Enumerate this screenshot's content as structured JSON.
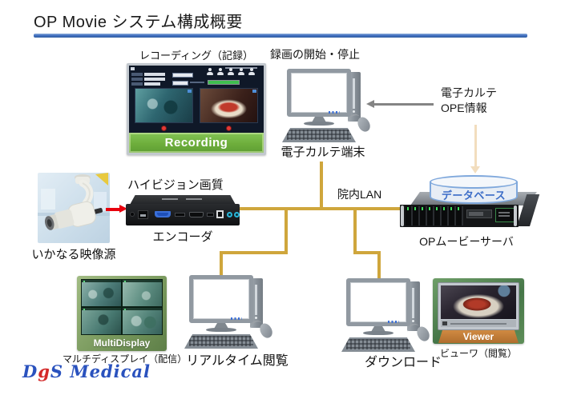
{
  "title": "OP Movie システム構成概要",
  "recording": {
    "label": "レコーディング（記録）",
    "banner": "Recording"
  },
  "ehr_terminal": {
    "action_label": "録画の開始・停止",
    "label": "電子カルテ端末"
  },
  "ehr_info": {
    "line1": "電子カルテ",
    "line2": "OPE情報"
  },
  "database": {
    "label": "データベース"
  },
  "server": {
    "label": "OPムービーサーバ"
  },
  "lan": {
    "label": "院内LAN"
  },
  "video_source": {
    "label": "いかなる映像源"
  },
  "encoder": {
    "quality_label": "ハイビジョン画質",
    "label": "エンコーダ"
  },
  "multidisplay": {
    "banner": "MultiDisplay",
    "label": "マルチディスプレイ（配信）"
  },
  "realtime_view": {
    "label": "リアルタイム閲覧"
  },
  "download": {
    "label": "ダウンロード"
  },
  "viewer": {
    "banner": "Viewer",
    "label": "ビューワ（閲覧）"
  },
  "logo": {
    "part1": "D",
    "part2": "g",
    "part3": "S Medical"
  },
  "colors": {
    "lan_line": "#CFA63C",
    "title_rule_blue": "#3565A8",
    "recording_green": "#6EAE3C",
    "viewer_orange": "#C9843E",
    "database_blue": "#3B6CC7",
    "red_arrow": "#E8000D",
    "gray_arrow": "#848484",
    "peach_arrow": "#F2DDBE",
    "logo_blue": "#2A52BE",
    "logo_red": "#D42A2A"
  }
}
